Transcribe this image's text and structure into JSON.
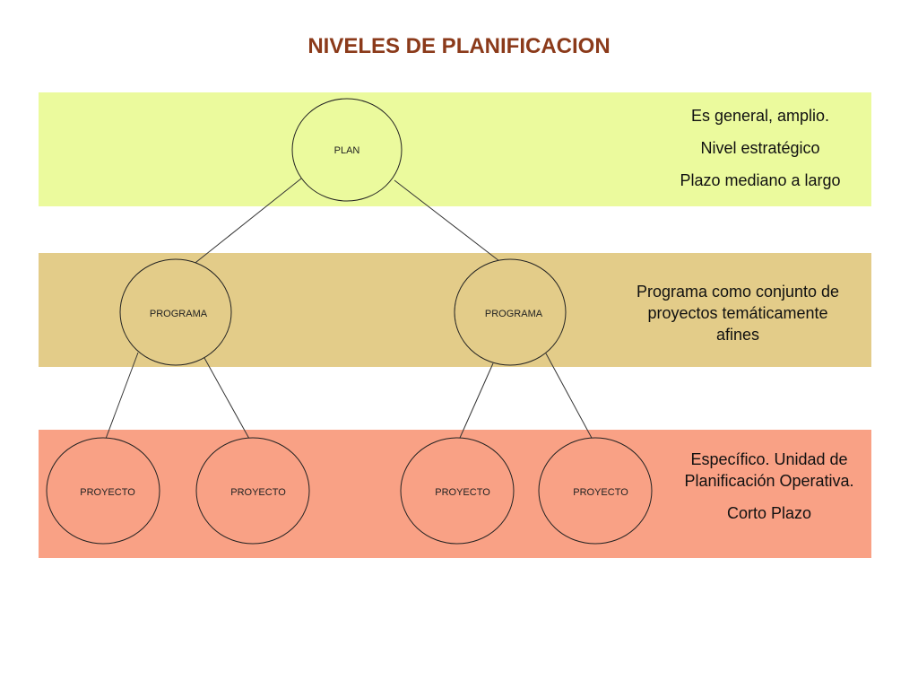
{
  "title": "NIVELES DE PLANIFICACION",
  "nodes": {
    "plan": "PLAN",
    "programa_1": "PROGRAMA",
    "programa_2": "PROGRAMA",
    "proyecto_1": "PROYECTO",
    "proyecto_2": "PROYECTO",
    "proyecto_3": "PROYECTO",
    "proyecto_4": "PROYECTO"
  },
  "descriptions": {
    "plan": [
      "Es general, amplio.",
      "Nivel estratégico",
      "Plazo mediano a largo"
    ],
    "programa": [
      "Programa como conjunto de proyectos temáticamente afines"
    ],
    "proyecto": [
      "Específico. Unidad de Planificación Operativa.",
      "Corto Plazo"
    ]
  },
  "colors": {
    "title": "#8b3a1a",
    "band_plan": "#ebfa9d",
    "band_programa": "#e3cc89",
    "band_proyecto": "#f9a185"
  }
}
